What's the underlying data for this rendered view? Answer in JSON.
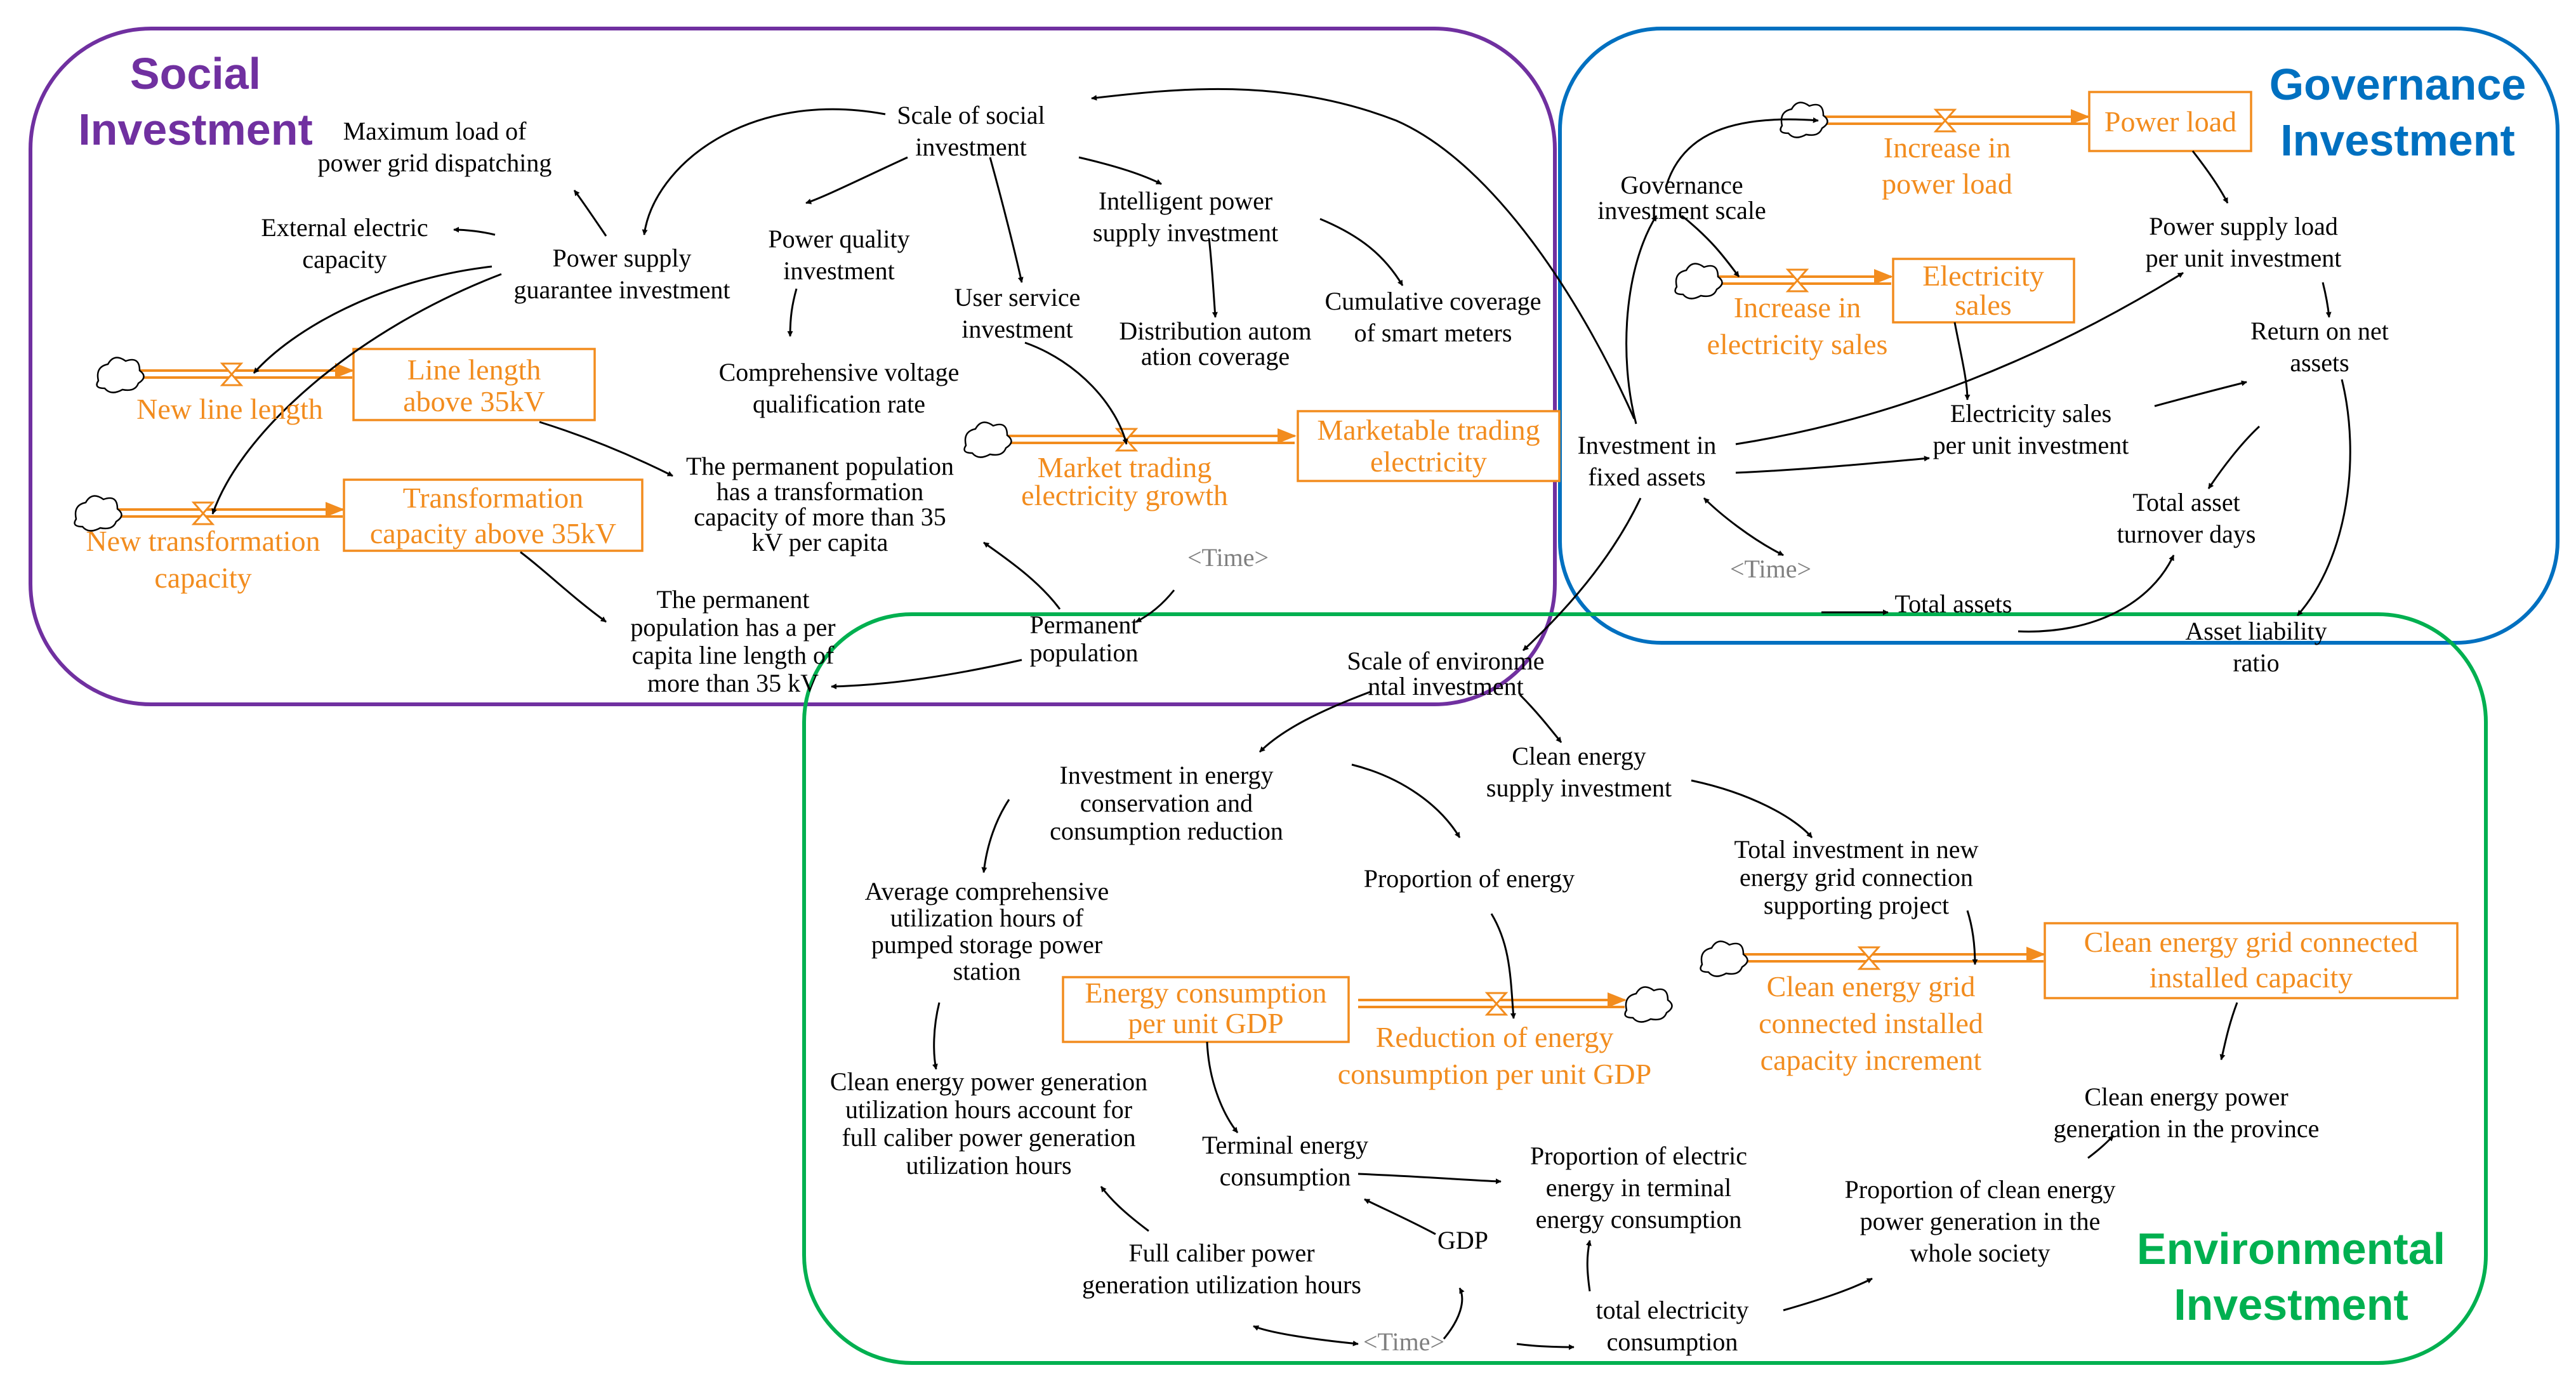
{
  "groups": {
    "social": {
      "line1": "Social",
      "line2": "Investment",
      "color": "#7030a0"
    },
    "governance": {
      "line1": "Governance",
      "line2": "Investment",
      "color": "#0070c0"
    },
    "environmental": {
      "line1": "Environmental",
      "line2": "Investment",
      "color": "#00b050"
    }
  },
  "colors": {
    "stock": "#f28c1e",
    "time": "#7f7f7f",
    "arrow": "#000000"
  },
  "labels": {
    "scale_social": [
      "Scale of social",
      "investment"
    ],
    "max_load": [
      "Maximum load of",
      "power grid dispatching"
    ],
    "external_cap": [
      "External electric",
      "capacity"
    ],
    "supply_guarantee": [
      "Power supply",
      "guarantee investment"
    ],
    "power_quality": [
      "Power quality",
      "investment"
    ],
    "intelligent_supply": [
      "Intelligent power",
      "supply investment"
    ],
    "user_service": [
      "User service",
      "investment"
    ],
    "distribution_auto": [
      "Distribution autom",
      "ation coverage"
    ],
    "smart_meters": [
      "Cumulative coverage",
      "of smart meters"
    ],
    "voltage_rate": [
      "Comprehensive voltage",
      "qualification rate"
    ],
    "transform_per_capita": [
      "The permanent population",
      "has a transformation",
      "capacity of more than 35",
      "kV per capita"
    ],
    "line_per_capita": [
      "The permanent",
      "population has a per",
      "capita line length of",
      "more than 35 kV"
    ],
    "permanent_pop": [
      "Permanent",
      "population"
    ],
    "governance_scale": [
      "Governance",
      "investment scale"
    ],
    "supply_load_unit": [
      "Power supply load",
      "per unit investment"
    ],
    "return_assets": [
      "Return on net",
      "assets"
    ],
    "sales_unit": [
      "Electricity sales",
      "per unit investment"
    ],
    "fixed_assets": [
      "Investment in",
      "fixed assets"
    ],
    "turnover_days": [
      "Total asset",
      "turnover days"
    ],
    "total_assets": [
      "Total assets"
    ],
    "liability_ratio": [
      "Asset liability",
      "ratio"
    ],
    "scale_env": [
      "Scale of environme",
      "ntal investment"
    ],
    "energy_conservation": [
      "Investment in energy",
      "conservation and",
      "consumption reduction"
    ],
    "clean_supply": [
      "Clean energy",
      "supply investment"
    ],
    "proportion_energy": [
      "Proportion of energy"
    ],
    "total_new_energy": [
      "Total investment in new",
      "energy grid connection",
      "supporting project"
    ],
    "pumped_storage": [
      "Average comprehensive",
      "utilization hours of",
      "pumped storage power",
      "station"
    ],
    "clean_util": [
      "Clean energy power generation",
      "utilization hours account for",
      "full caliber power generation",
      "utilization hours"
    ],
    "terminal_consumption": [
      "Terminal energy",
      "consumption"
    ],
    "electric_proportion": [
      "Proportion of electric",
      "energy in terminal",
      "energy consumption"
    ],
    "clean_gen_province": [
      "Clean energy power",
      "generation in the province"
    ],
    "clean_gen_society": [
      "Proportion of clean energy",
      "power generation in the",
      "whole society"
    ],
    "full_caliber": [
      "Full caliber power",
      "generation utilization hours"
    ],
    "gdp": [
      "GDP"
    ],
    "total_electricity": [
      "total electricity",
      "consumption"
    ]
  },
  "stocks": {
    "line_length": [
      "Line length",
      "above 35kV"
    ],
    "transformation": [
      "Transformation",
      "capacity above 35kV"
    ],
    "marketable": [
      "Marketable trading",
      "electricity"
    ],
    "power_load": [
      "Power load"
    ],
    "electricity_sales": [
      "Electricity",
      "sales"
    ],
    "energy_gdp": [
      "Energy consumption",
      "per unit GDP"
    ],
    "clean_installed": [
      "Clean energy grid connected",
      "installed capacity"
    ]
  },
  "flows": {
    "new_line": [
      "New line length"
    ],
    "new_transformation": [
      "New transformation",
      "capacity"
    ],
    "market_growth": [
      "Market trading",
      "electricity growth"
    ],
    "increase_load": [
      "Increase in",
      "power load"
    ],
    "increase_sales": [
      "Increase in",
      "electricity sales"
    ],
    "reduction_energy": [
      "Reduction of energy",
      "consumption per unit GDP"
    ],
    "clean_increment": [
      "Clean energy grid",
      "connected installed",
      "capacity increment"
    ]
  },
  "time_labels": {
    "t1": "<Time>",
    "t2": "<Time>",
    "t3": "<Time>"
  }
}
